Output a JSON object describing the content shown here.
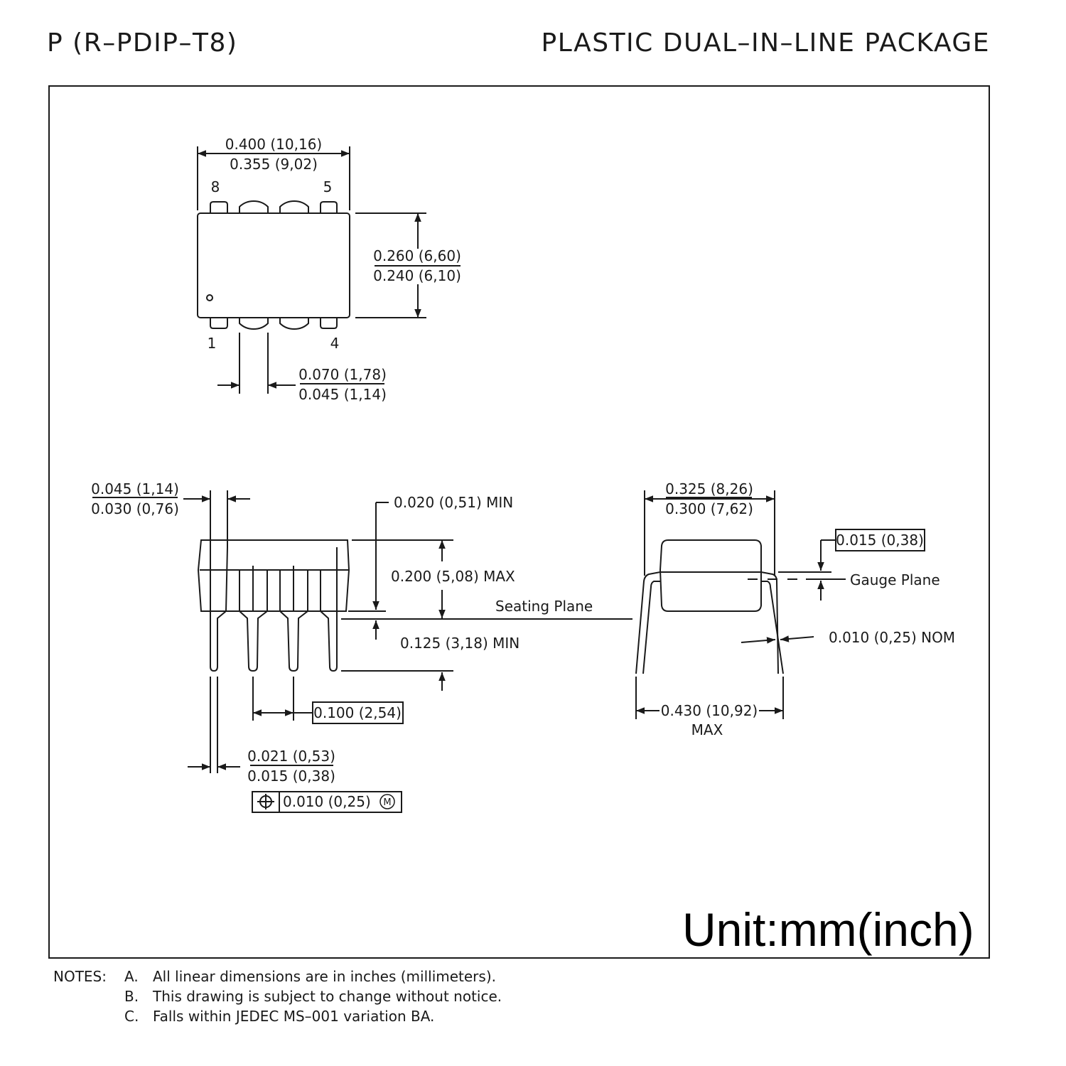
{
  "header": {
    "package_code": "P (R–PDIP–T8)",
    "package_name": "PLASTIC DUAL–IN–LINE PACKAGE"
  },
  "top_view": {
    "width_max": "0.400 (10,16)",
    "width_min": "0.355 (9,02)",
    "body_max": "0.260 (6,60)",
    "body_min": "0.240 (6,10)",
    "pin_width_max": "0.070 (1,78)",
    "pin_width_min": "0.045 (1,14)",
    "pin_8": "8",
    "pin_5": "5",
    "pin_1": "1",
    "pin_4": "4"
  },
  "side_view": {
    "end_lead_max": "0.045 (1,14)",
    "end_lead_min": "0.030 (0,76)",
    "standoff": "0.020 (0,51) MIN",
    "height": "0.200 (5,08) MAX",
    "seating_plane": "Seating Plane",
    "lead_length": "0.125 (3,18) MIN",
    "pitch": "0.100 (2,54)",
    "lead_width_max": "0.021 (0,53)",
    "lead_width_min": "0.015 (0,38)",
    "position_tol": "0.010 (0,25)",
    "position_mod": "M"
  },
  "end_view": {
    "span_max": "0.325 (8,26)",
    "span_min": "0.300 (7,62)",
    "gauge_offset": "0.015 (0,38)",
    "gauge_plane": "Gauge Plane",
    "lead_thickness": "0.010 (0,25) NOM",
    "overall_max": "0.430 (10,92)",
    "overall_max_suffix": "MAX"
  },
  "unit_label": "Unit:mm(inch)",
  "notes": {
    "label": "NOTES:",
    "items": [
      {
        "key": "A.",
        "text": "All linear dimensions are in inches (millimeters)."
      },
      {
        "key": "B.",
        "text": "This drawing is subject to change without notice."
      },
      {
        "key": "C.",
        "text": "Falls within JEDEC MS–001 variation BA."
      }
    ]
  }
}
